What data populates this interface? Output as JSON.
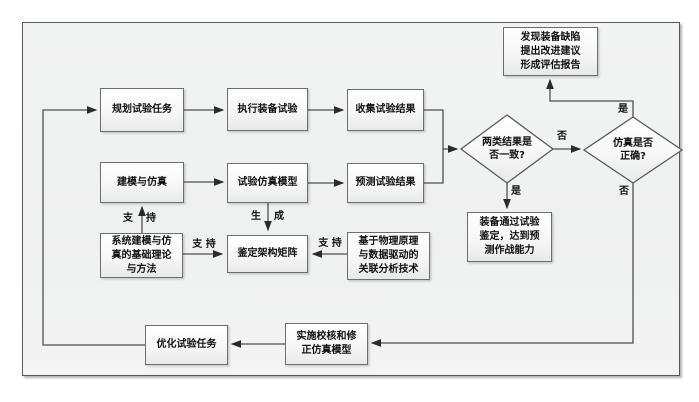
{
  "diagram": {
    "type": "flowchart",
    "language": "zh-CN",
    "colors": {
      "panel_background": "#f1f2f2",
      "panel_border": "#585858",
      "box_border": "#6e6e6e",
      "box_fill_top": "#ffffff",
      "box_fill_bottom": "#e8e9e9",
      "line_color": "#4f4f4f",
      "text_color": "#111111"
    },
    "nodes": {
      "plan": {
        "label": "规划试验任务"
      },
      "execute": {
        "label": "执行装备试验"
      },
      "collect": {
        "label": "收集试验结果"
      },
      "modeling": {
        "label": "建模与仿真"
      },
      "sim_model": {
        "label": "试验仿真模型"
      },
      "predict": {
        "label": "预测试验结果"
      },
      "report": {
        "label": "发现装备缺陷\n提出改进建议\n形成评估报告"
      },
      "pass": {
        "label": "装备通过试验\n鉴定，达到预\n测作战能力"
      },
      "theory": {
        "label": "系统建模与仿\n真的基础理论\n与方法"
      },
      "matrix": {
        "label": "鉴定架构矩阵"
      },
      "analysis": {
        "label": "基于物理原理\n与数据驱动的\n关联分析技术"
      },
      "optimize": {
        "label": "优化试验任务"
      },
      "verify": {
        "label": "实施校核和修\n正仿真模型"
      }
    },
    "decisions": {
      "consistent": {
        "label": "两类结果是\n否一致?"
      },
      "correct": {
        "label": "仿真是否\n正确?"
      }
    },
    "edge_labels": {
      "yes": "是",
      "no": "否",
      "support": "支 持",
      "support_chars": [
        "支",
        "持"
      ],
      "generate_chars": [
        "生",
        "成"
      ]
    }
  }
}
